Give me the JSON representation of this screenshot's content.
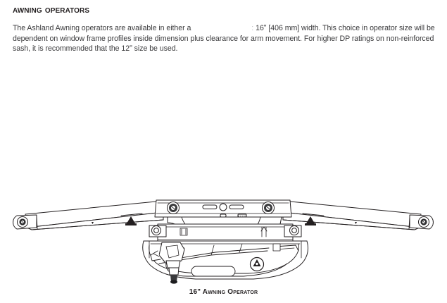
{
  "page": {
    "background_color": "#ffffff",
    "text_color": "#231f20",
    "body_text_color": "#3a3a3c"
  },
  "heading": {
    "text": "Awning Operators"
  },
  "paragraph": {
    "segment_1": "The Ashland Awning operators are available in either a",
    "redaction_marker": ":",
    "segment_2": "16ʺ [406 mm] width. This choice in operator size will be dependent on window frame profiles inside dimension plus clearance for arm movement.  For higher DP ratings on non-reinforced sash, it is recommended that the 12ʺ size be used.",
    "full_text": "The Ashland Awning operators are available in either a            : 16ʺ [406 mm] width. This choice in operator size will be dependent on window frame profiles inside dimension plus clearance for arm movement.  For higher DP ratings on non-reinforced sash, it is recommended that the 12ʺ size be used."
  },
  "figure": {
    "caption": "16ʺ Awning Operator",
    "description": "Technical line drawing of an awning window operator assembly with two extending arms and a central gearbox housing",
    "line_color": "#231f20",
    "fill_color": "#ffffff",
    "parts": [
      {
        "name": "left-arm",
        "label": ""
      },
      {
        "name": "right-arm",
        "label": ""
      },
      {
        "name": "left-arm-end-cap",
        "label": ""
      },
      {
        "name": "right-arm-end-cap",
        "label": ""
      },
      {
        "name": "left-pivot-screw",
        "label": ""
      },
      {
        "name": "right-pivot-screw",
        "label": ""
      },
      {
        "name": "left-arm-bracket",
        "label": ""
      },
      {
        "name": "right-arm-bracket",
        "label": ""
      },
      {
        "name": "center-slot-left",
        "label": ""
      },
      {
        "name": "center-hole",
        "label": ""
      },
      {
        "name": "center-slot-right",
        "label": ""
      },
      {
        "name": "gearbox-housing",
        "label": ""
      },
      {
        "name": "drive-spindle",
        "label": ""
      },
      {
        "name": "warning-triangle-badge",
        "label": ""
      }
    ]
  }
}
